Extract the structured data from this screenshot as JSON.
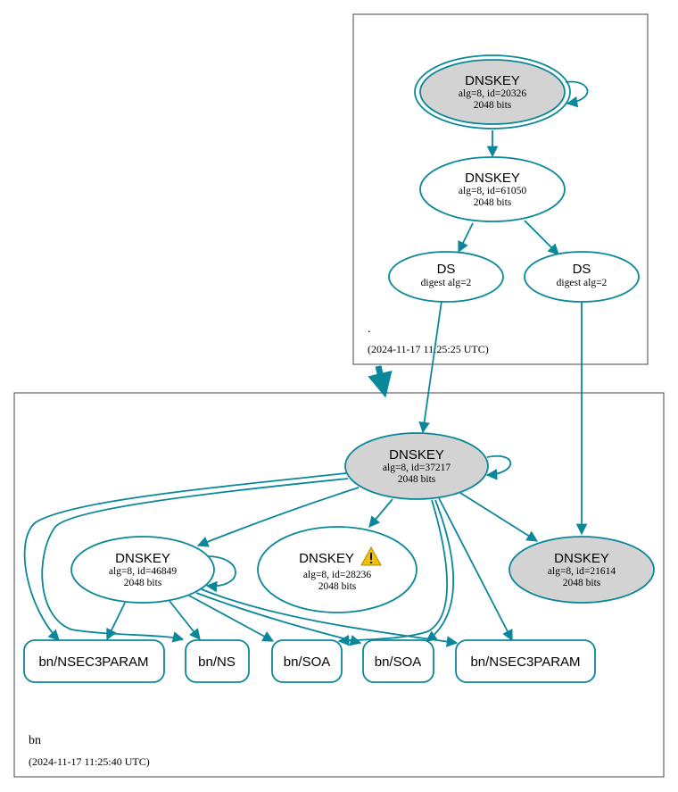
{
  "colors": {
    "edge": "#0a879a",
    "node_stroke": "#0a879a",
    "sep_fill": "#d3d3d3",
    "plain_fill": "#ffffff",
    "zone_border": "#444444",
    "warning": "#f2c200"
  },
  "zones": [
    {
      "id": "root",
      "name": ".",
      "timestamp": "(2024-11-17 11:25:25 UTC)"
    },
    {
      "id": "bn",
      "name": "bn",
      "timestamp": "(2024-11-17 11:25:40 UTC)"
    }
  ],
  "nodes": [
    {
      "id": "root_ksk",
      "kind": "dnskey",
      "title": "DNSKEY",
      "line1": "alg=8, id=20326",
      "line2": "2048 bits",
      "sep": true,
      "trust_anchor": true
    },
    {
      "id": "root_zsk",
      "kind": "dnskey",
      "title": "DNSKEY",
      "line1": "alg=8, id=61050",
      "line2": "2048 bits",
      "sep": false
    },
    {
      "id": "ds1",
      "kind": "ds",
      "title": "DS",
      "line1": "digest alg=2"
    },
    {
      "id": "ds2",
      "kind": "ds",
      "title": "DS",
      "line1": "digest alg=2"
    },
    {
      "id": "bn_ksk",
      "kind": "dnskey",
      "title": "DNSKEY",
      "line1": "alg=8, id=37217",
      "line2": "2048 bits",
      "sep": true
    },
    {
      "id": "bn_zsk1",
      "kind": "dnskey",
      "title": "DNSKEY",
      "line1": "alg=8, id=46849",
      "line2": "2048 bits",
      "sep": false
    },
    {
      "id": "bn_zsk2",
      "kind": "dnskey",
      "title": "DNSKEY",
      "line1": "alg=8, id=28236",
      "line2": "2048 bits",
      "sep": false,
      "warning": true
    },
    {
      "id": "bn_ksk2",
      "kind": "dnskey",
      "title": "DNSKEY",
      "line1": "alg=8, id=21614",
      "line2": "2048 bits",
      "sep": true
    },
    {
      "id": "rr_nsec3param_a",
      "kind": "rrset",
      "label": "bn/NSEC3PARAM"
    },
    {
      "id": "rr_ns",
      "kind": "rrset",
      "label": "bn/NS"
    },
    {
      "id": "rr_soa_a",
      "kind": "rrset",
      "label": "bn/SOA"
    },
    {
      "id": "rr_soa_b",
      "kind": "rrset",
      "label": "bn/SOA"
    },
    {
      "id": "rr_nsec3param_b",
      "kind": "rrset",
      "label": "bn/NSEC3PARAM"
    }
  ],
  "edges": [
    {
      "from": "root_ksk",
      "to": "root_ksk"
    },
    {
      "from": "root_ksk",
      "to": "root_zsk"
    },
    {
      "from": "root_zsk",
      "to": "ds1"
    },
    {
      "from": "root_zsk",
      "to": "ds2"
    },
    {
      "from": "ds1",
      "to": "bn_ksk"
    },
    {
      "from": "ds2",
      "to": "bn_ksk2"
    },
    {
      "from": "root",
      "to": "bn",
      "kind": "delegation"
    },
    {
      "from": "bn_ksk",
      "to": "bn_ksk"
    },
    {
      "from": "bn_ksk",
      "to": "bn_zsk1"
    },
    {
      "from": "bn_ksk",
      "to": "bn_zsk2"
    },
    {
      "from": "bn_ksk",
      "to": "bn_ksk2"
    },
    {
      "from": "bn_ksk",
      "to": "rr_nsec3param_a"
    },
    {
      "from": "bn_ksk",
      "to": "rr_ns"
    },
    {
      "from": "bn_ksk",
      "to": "rr_soa_a"
    },
    {
      "from": "bn_ksk",
      "to": "rr_soa_b"
    },
    {
      "from": "bn_ksk",
      "to": "rr_nsec3param_b"
    },
    {
      "from": "bn_zsk1",
      "to": "bn_zsk1"
    },
    {
      "from": "bn_zsk1",
      "to": "rr_nsec3param_a"
    },
    {
      "from": "bn_zsk1",
      "to": "rr_ns"
    },
    {
      "from": "bn_zsk1",
      "to": "rr_soa_a"
    },
    {
      "from": "bn_zsk1",
      "to": "rr_soa_b"
    },
    {
      "from": "bn_zsk1",
      "to": "rr_nsec3param_b"
    }
  ]
}
